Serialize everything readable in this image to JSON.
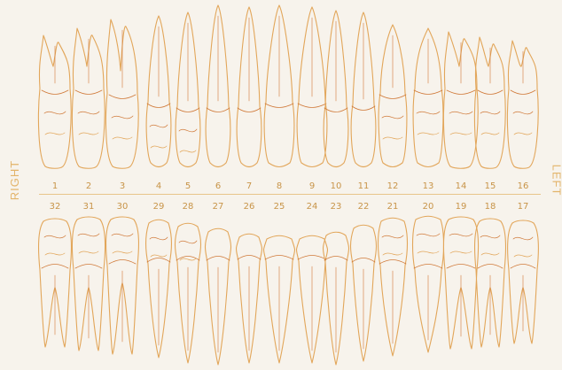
{
  "labels": {
    "right": "RIGHT",
    "left": "LEFT"
  },
  "upper_numbers": [
    "1",
    "2",
    "3",
    "4",
    "5",
    "6",
    "7",
    "8",
    "9",
    "10",
    "11",
    "12",
    "13",
    "14",
    "15",
    "16"
  ],
  "lower_numbers": [
    "32",
    "31",
    "30",
    "29",
    "28",
    "27",
    "26",
    "25",
    "24",
    "23",
    "22",
    "21",
    "20",
    "19",
    "18",
    "17"
  ],
  "colors": {
    "outline": "#e2a65a",
    "accent": "#d07a3a",
    "text": "#c89448"
  }
}
